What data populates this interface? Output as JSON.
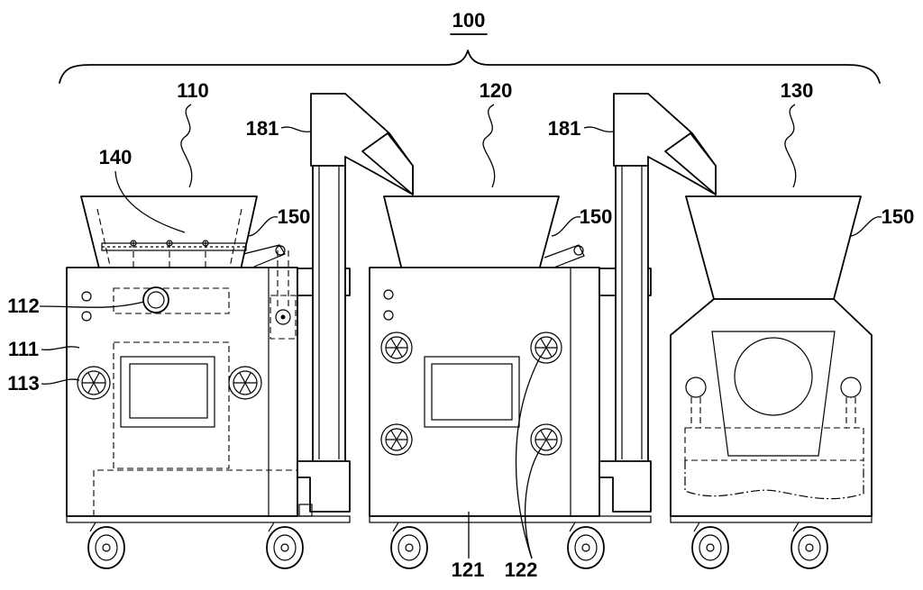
{
  "labels": {
    "system": "100",
    "unit_1": "110",
    "unit_2": "120",
    "unit_3": "130",
    "hopper_1": "140",
    "hopper_edge_1": "150",
    "hopper_edge_2": "150",
    "hopper_edge_3": "150",
    "elevator_1": "181",
    "elevator_2": "181",
    "motor": "112",
    "body_1": "111",
    "wheel_1": "113",
    "body_2": "121",
    "wheels_2": "122"
  },
  "colors": {
    "line": "#000000",
    "background": "#ffffff"
  }
}
